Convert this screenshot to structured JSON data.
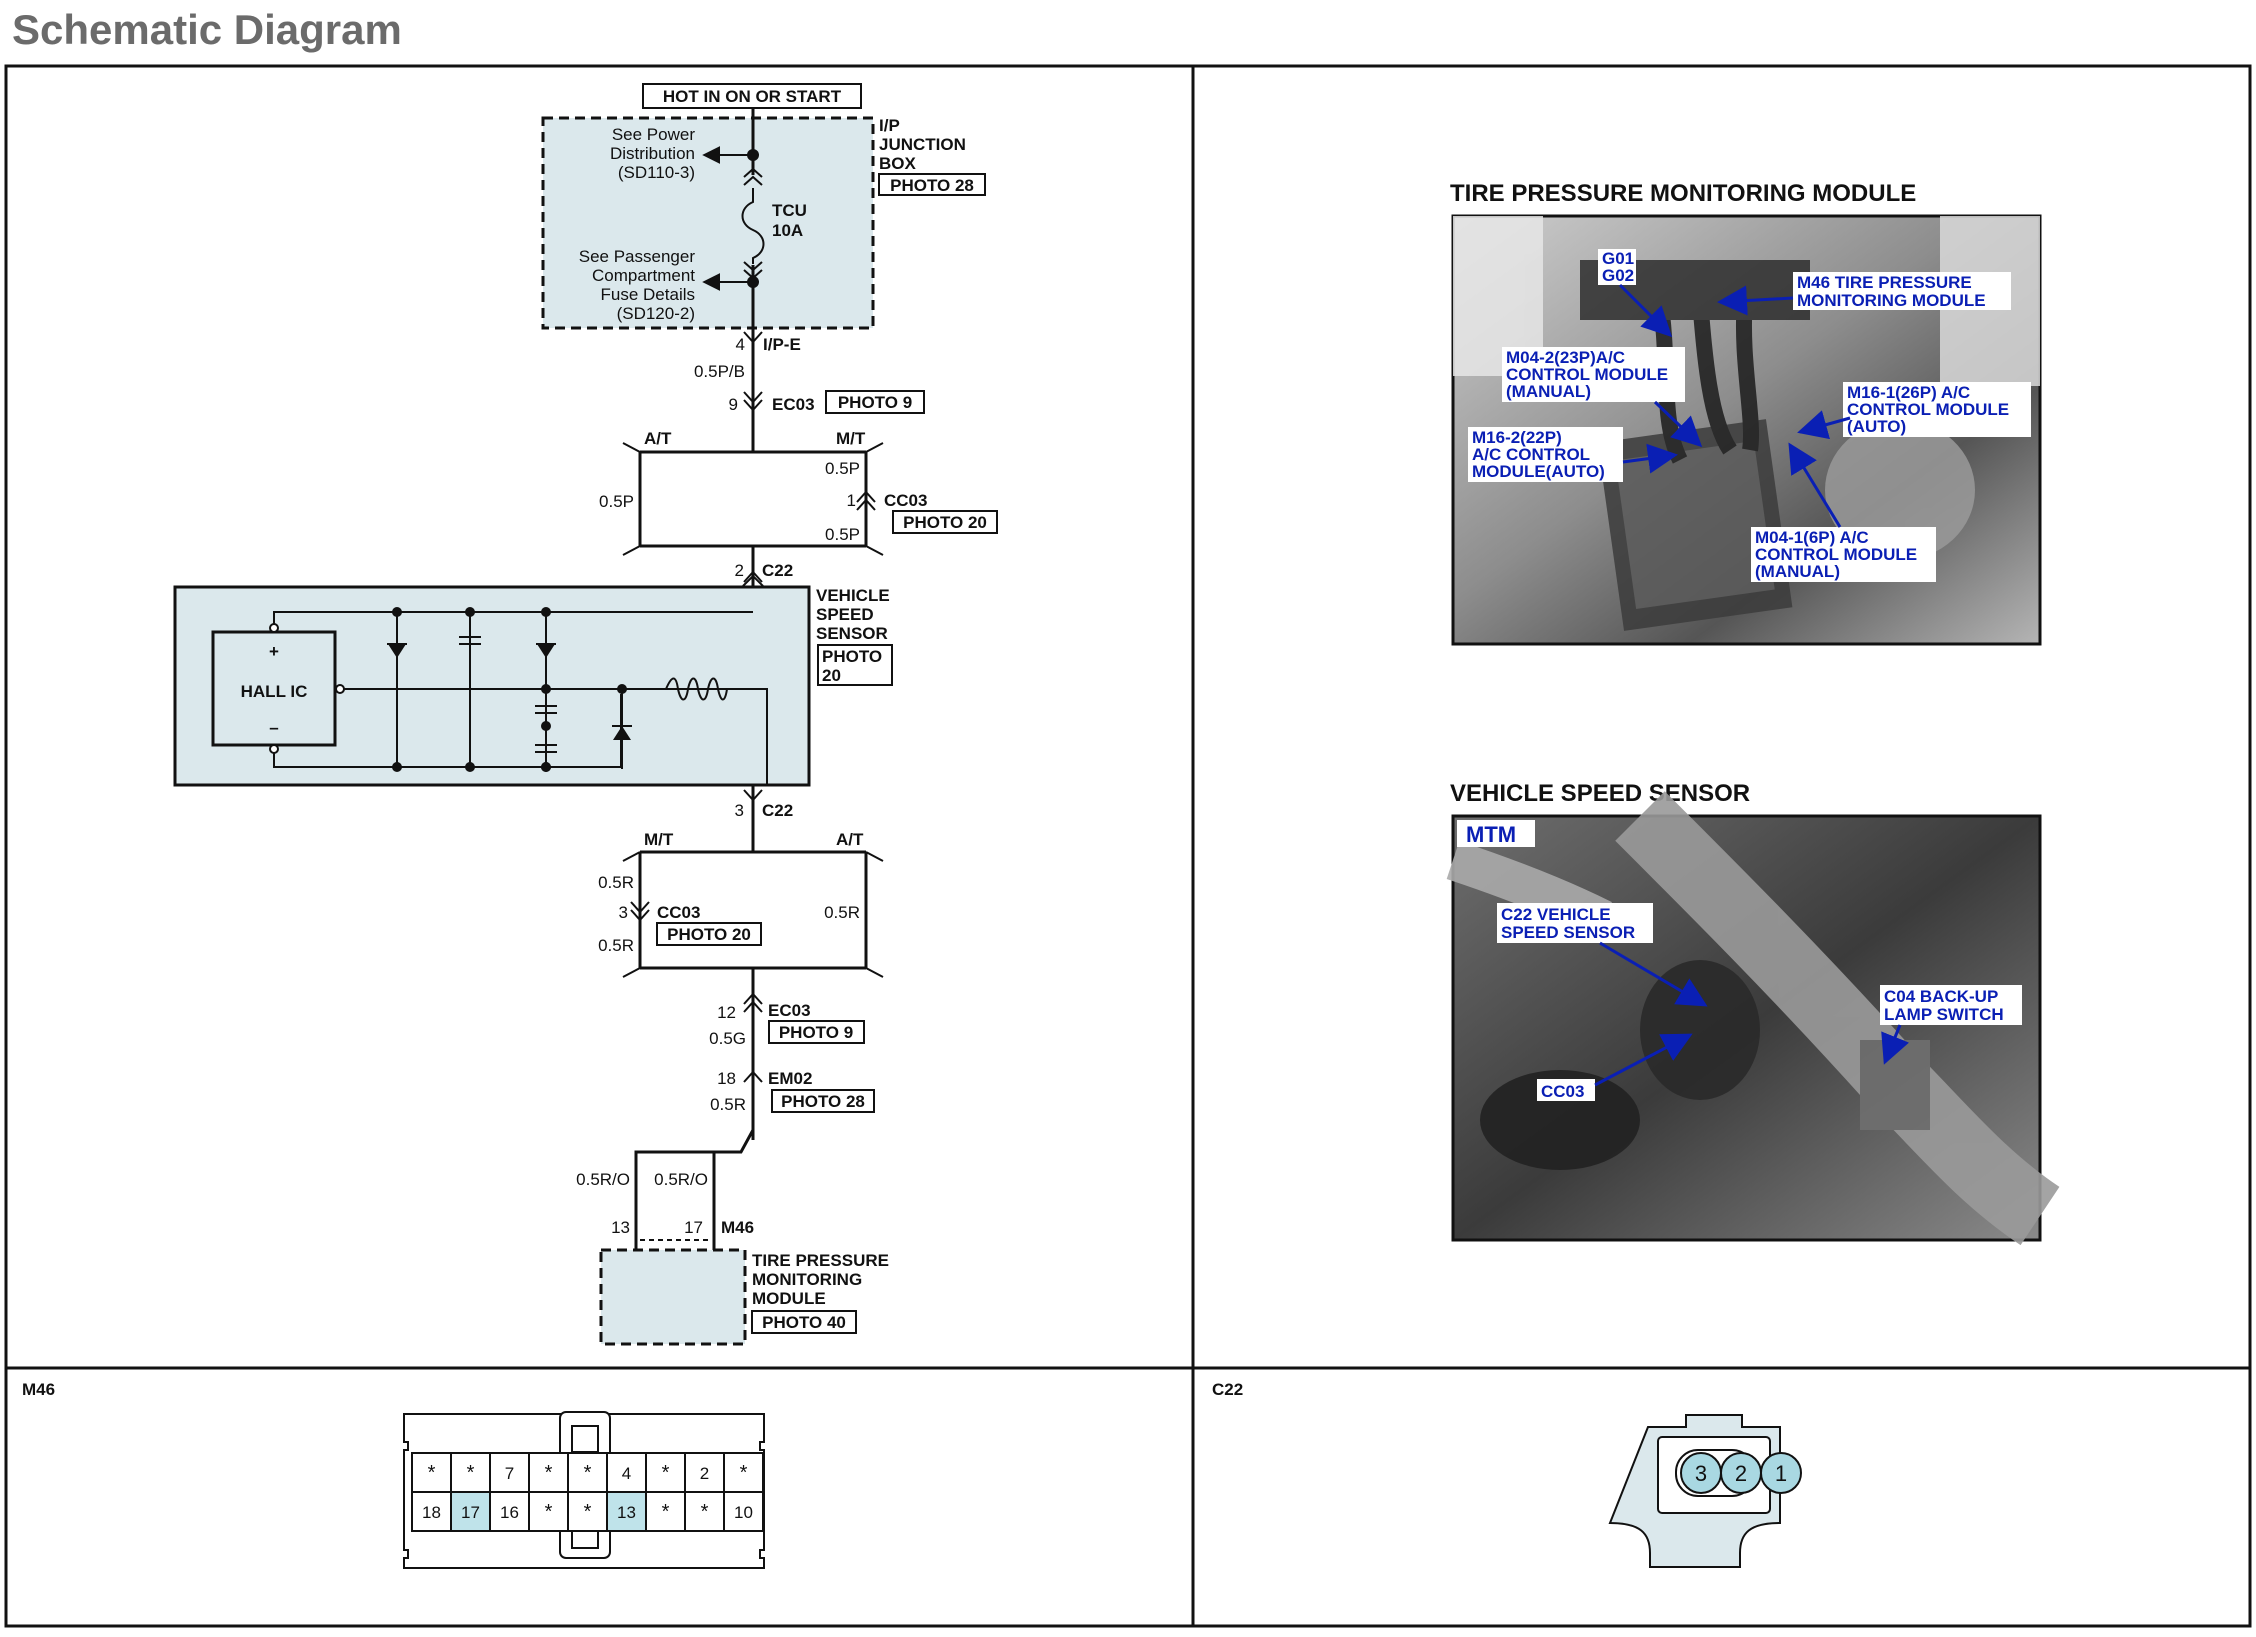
{
  "page_title": "Schematic Diagram",
  "schematic": {
    "hot_label": "HOT IN ON OR START",
    "junction_box": {
      "name_lines": [
        "I/P",
        "JUNCTION",
        "BOX"
      ],
      "photo": "PHOTO 28",
      "fuse_name": "TCU",
      "fuse_rating": "10A",
      "power_ref_lines": [
        "See Power",
        "Distribution",
        "(SD110-3)"
      ],
      "fuse_ref_lines": [
        "See Passenger",
        "Compartment",
        "Fuse Details",
        "(SD120-2)"
      ]
    },
    "ip_e": {
      "pin": "4",
      "name": "I/P-E",
      "wire": "0.5P/B"
    },
    "ec03_top": {
      "pin": "9",
      "name": "EC03",
      "photo": "PHOTO 9"
    },
    "upper_branch": {
      "left_label": "A/T",
      "right_label": "M/T",
      "left_wire": "0.5P",
      "right_wire_top": "0.5P",
      "right_wire_bottom": "0.5P",
      "cc03_pin": "1",
      "cc03_name": "CC03",
      "cc03_photo": "PHOTO 20"
    },
    "c22_top": {
      "pin": "2",
      "name": "C22"
    },
    "vss": {
      "name_lines": [
        "VEHICLE",
        "SPEED",
        "SENSOR"
      ],
      "photo_lines": [
        "PHOTO",
        "20"
      ],
      "hall_label": "HALL IC",
      "plus": "+",
      "minus": "–"
    },
    "c22_bottom": {
      "pin": "3",
      "name": "C22"
    },
    "lower_branch": {
      "left_label": "M/T",
      "right_label": "A/T",
      "left_wire_top": "0.5R",
      "left_wire_bottom": "0.5R",
      "right_wire": "0.5R",
      "cc03_pin": "3",
      "cc03_name": "CC03",
      "cc03_photo": "PHOTO 20"
    },
    "ec03_bottom": {
      "pin": "12",
      "name": "EC03",
      "photo": "PHOTO 9",
      "wire": "0.5G"
    },
    "em02": {
      "pin": "18",
      "name": "EM02",
      "photo": "PHOTO 28",
      "wire": "0.5R"
    },
    "split_wires": {
      "left": "0.5R/O",
      "right": "0.5R/O"
    },
    "m46_pins": {
      "left": "13",
      "right": "17",
      "name": "M46"
    },
    "tpms_module": {
      "name_lines": [
        "TIRE PRESSURE",
        "MONITORING",
        "MODULE"
      ],
      "photo": "PHOTO 40"
    }
  },
  "photo_panels": [
    {
      "title": "TIRE PRESSURE MONITORING MODULE",
      "callouts": [
        {
          "lines": [
            "G01",
            "G02"
          ]
        },
        {
          "lines": [
            "M46 TIRE PRESSURE",
            "MONITORING MODULE"
          ]
        },
        {
          "lines": [
            "M04-2(23P)A/C",
            "CONTROL MODULE",
            "(MANUAL)"
          ]
        },
        {
          "lines": [
            "M16-1(26P) A/C",
            "CONTROL MODULE",
            "(AUTO)"
          ]
        },
        {
          "lines": [
            "M16-2(22P)",
            "A/C CONTROL",
            "MODULE(AUTO)"
          ]
        },
        {
          "lines": [
            "M04-1(6P) A/C",
            "CONTROL MODULE",
            "(MANUAL)"
          ]
        }
      ]
    },
    {
      "title": "VEHICLE SPEED SENSOR",
      "badge": "MTM",
      "callouts": [
        {
          "lines": [
            "C22 VEHICLE",
            "SPEED SENSOR"
          ]
        },
        {
          "lines": [
            "C04 BACK-UP",
            "LAMP SWITCH"
          ]
        },
        {
          "lines": [
            "CC03"
          ]
        }
      ]
    }
  ],
  "connectors": {
    "m46": {
      "label": "M46",
      "row1": [
        "*",
        "*",
        "7",
        "*",
        "*",
        "4",
        "*",
        "2",
        "*"
      ],
      "row2": [
        "18",
        "17",
        "16",
        "*",
        "*",
        "13",
        "*",
        "*",
        "10"
      ],
      "highlighted": [
        "17",
        "13"
      ],
      "highlight_color": "#bfe3ea"
    },
    "c22": {
      "label": "C22",
      "pins": [
        "3",
        "2",
        "1"
      ],
      "pin_color": "#a9d8e2"
    }
  },
  "colors": {
    "ink": "#111111",
    "module_fill": "#dbe8ec",
    "callout": "#0a1fb4",
    "title": "#6b6b6b"
  }
}
